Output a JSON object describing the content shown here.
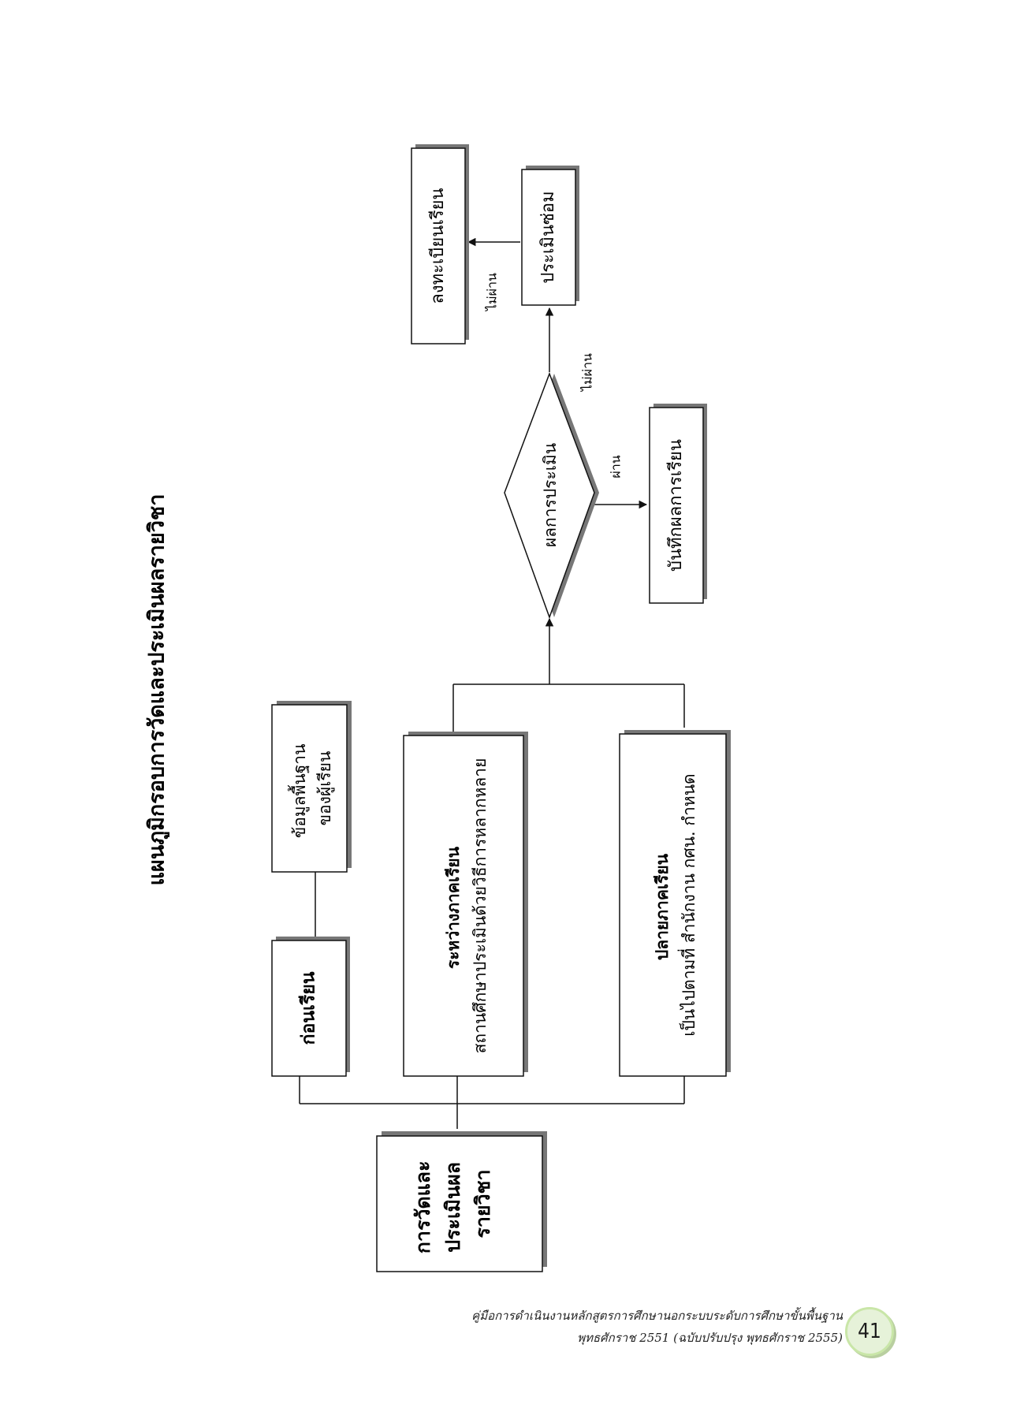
{
  "title": "แผนภูมิกรอบการวัดและประเมินผลรายวิชา",
  "nodes": {
    "root": [
      "การวัดและ",
      "ประเมินผล",
      "รายวิชา"
    ],
    "before": "ก่อนเรียน",
    "basic": [
      "ข้อมูลพื้นฐาน",
      "ของผู้เรียน"
    ],
    "during": {
      "heading": "ระหว่างภาคเรียน",
      "text": "สถานศึกษาประเมินด้วยวิธีการหลากหลาย"
    },
    "end": {
      "heading": "ปลายภาคเรียน",
      "text": "เป็นไปตามที่ สำนักงาน กศน. กำหนด"
    },
    "decision": "ผลการประเมิน",
    "record": "บันทึกผลการเรียน",
    "remedial": "ประเมินซ่อม",
    "reenroll": "ลงทะเบียนเรียน"
  },
  "edges": {
    "pass": "ผ่าน",
    "fail1": "ไม่ผ่าน",
    "fail2": "ไม่ผ่าน"
  },
  "footer": {
    "line1": "คู่มือการดำเนินงานหลักสูตรการศึกษานอกระบบระดับการศึกษาขั้นพื้นฐาน",
    "line2": "พุทธศักราช 2551 (ฉบับปรับปรุง พุทธศักราช 2555)",
    "page_number": "41"
  }
}
